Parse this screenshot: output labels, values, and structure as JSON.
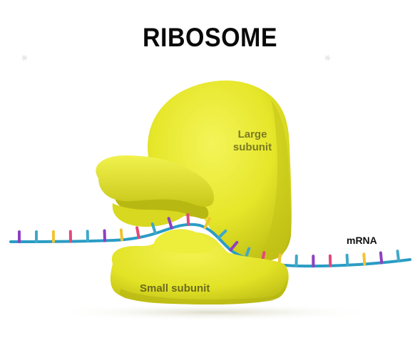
{
  "title": "RIBOSOME",
  "labels": {
    "large_subunit_line1": "Large",
    "large_subunit_line2": "subunit",
    "small_subunit": "Small subunit",
    "mrna": "mRNA"
  },
  "colors": {
    "subunit_fill": "#e6e62a",
    "subunit_shadow": "#b6b613",
    "mrna_strand": "#2a9cc4",
    "base_colors": [
      "#8f3fc0",
      "#3fa8c8",
      "#f0c431",
      "#e2497a"
    ]
  },
  "mrna_base_color_sequence": [
    0,
    1,
    2,
    3,
    1,
    0,
    2,
    3,
    1,
    0,
    3,
    2,
    1,
    0,
    1,
    3,
    2,
    1,
    0,
    3,
    1,
    2,
    0,
    1,
    3,
    2,
    1,
    0,
    3,
    2
  ]
}
